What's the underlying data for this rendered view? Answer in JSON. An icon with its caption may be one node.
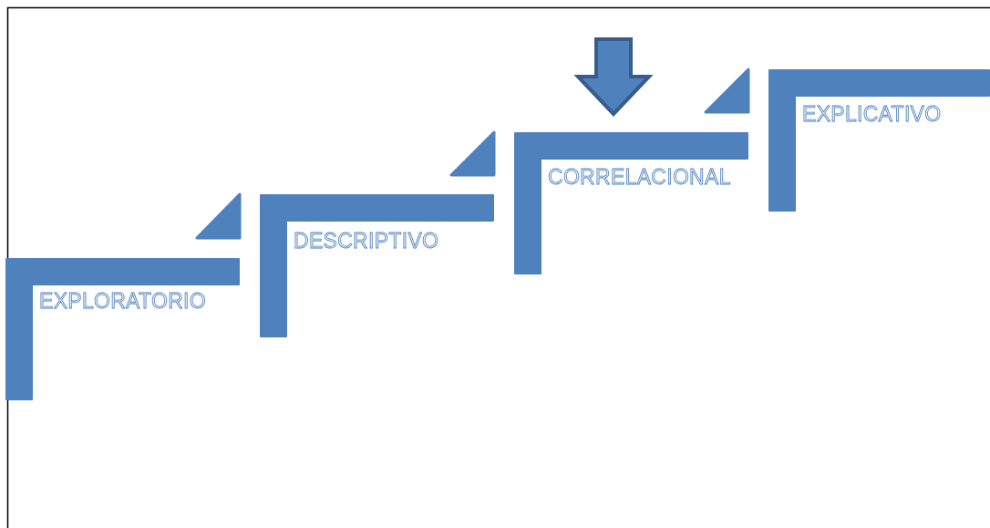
{
  "diagram": {
    "nodes": [
      {
        "text": [
          "EXPLORATORIO"
        ]
      },
      {
        "text": [
          "DESCRIPTIVO"
        ]
      },
      {
        "text": [
          "CORRELACIONAL"
        ]
      },
      {
        "text": [
          "EXPLICATIVO"
        ]
      }
    ],
    "edges": [
      {
        "from": null,
        "to": 2,
        "arrow": "to"
      }
    ]
  }
}
